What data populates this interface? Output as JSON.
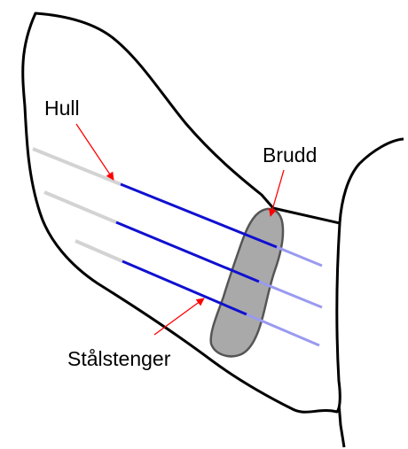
{
  "labels": {
    "hull": "Hull",
    "brudd": "Brudd",
    "stalstenger": "Stålstenger"
  },
  "colors": {
    "outline": "#000000",
    "fracture_fill": "#a9a9a9",
    "fracture_stroke": "#555555",
    "hole_drill": "#d3d3d3",
    "steel_rod": "#1010d0",
    "rod_through_fracture": "#9a9af0",
    "arrow": "#ff0000"
  },
  "elements": {
    "bone": "bone-fragment-left",
    "adjacent": "bone-fragment-right",
    "fracture": "fracture-zone",
    "rods": [
      "steel-rod-1",
      "steel-rod-2",
      "steel-rod-3"
    ]
  }
}
